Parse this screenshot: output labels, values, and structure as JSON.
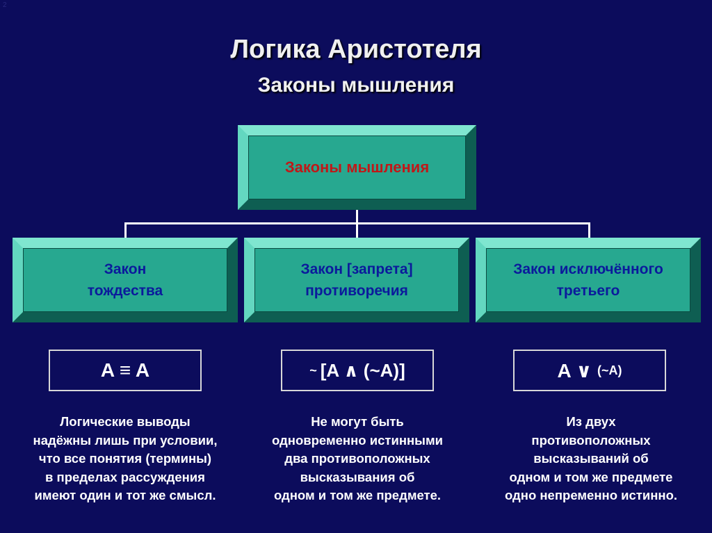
{
  "slide_number": "2",
  "title": "Логика Аристотеля",
  "subtitle": "Законы мышления",
  "root": {
    "label": "Законы мышления"
  },
  "laws": [
    {
      "label": "Закон\nтождества",
      "formula_main": "A ≡ A",
      "formula_small": "",
      "description": "Логические выводы\nнадёжны лишь при условии,\nчто все понятия (термины)\nв пределах рассуждения\nимеют один и тот же смысл."
    },
    {
      "label": "Закон [запрета]\nпротиворечия",
      "formula_prefix": "~ ",
      "formula_main": "[A ∧ (~A)]",
      "description": "Не могут быть\nодновременно истинными\nдва  противоположных\nвысказывания об\nодном и том же предмете."
    },
    {
      "label": "Закон исключённого\nтретьего",
      "formula_main": "A ∨ ",
      "formula_small": "(~A)",
      "description": "Из двух\nпротивоположных\nвысказываний об\nодном и том же предмете\nодно непременно истинно."
    }
  ],
  "colors": {
    "background": "#0c0c5c",
    "box_fill": "#27a890",
    "root_text": "#c01818",
    "law_text": "#0b1a9c",
    "text": "#ffffff"
  }
}
